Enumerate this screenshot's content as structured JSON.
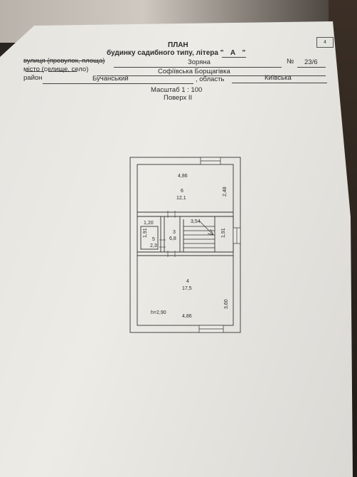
{
  "page_number": "4",
  "header": {
    "title": "ПЛАН",
    "subtitle_prefix": "будинку садибного типу, літера \"",
    "litera": "А",
    "subtitle_suffix": "\""
  },
  "address": {
    "street_label": "вулиця (провулок, площа)",
    "street_value": "Зоряна",
    "number_label": "№",
    "number_value": "23/6",
    "city_label": "місто (селище, село)",
    "city_value": "Софіївська Борщагівка",
    "district_label": "район",
    "district_value": "Бучанський",
    "oblast_suffix": ", область",
    "oblast_value": "Київська"
  },
  "scale_text": "Масштаб 1 : 100",
  "floor_text": "Поверх II",
  "plan": {
    "top_width": "4,86",
    "room6_number": "6",
    "room6_area": "12,1",
    "room6_side": "2,48",
    "room5_width": "1,20",
    "room5_side": "1,91",
    "room5_number": "5",
    "room5_area": "2,3",
    "room3_number": "3",
    "room3_area": "6,8",
    "stair_width": "3,54",
    "stair_side": "1,91",
    "room4_number": "4",
    "room4_area": "17,5",
    "room4_side": "3,60",
    "height": "h=2,90",
    "bottom_width": "4,86"
  }
}
